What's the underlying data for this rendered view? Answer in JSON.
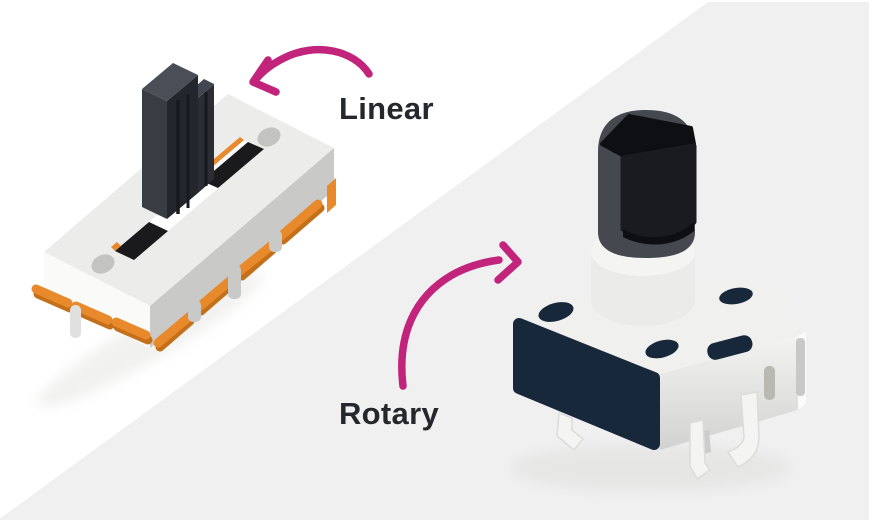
{
  "labels": {
    "linear": "Linear",
    "rotary": "Rotary"
  },
  "icons": {
    "linear_arrow": "curved-arrow-pointing-down-left",
    "rotary_arrow": "curved-arrow-pointing-right",
    "linear_illustration": "linear-slide-potentiometer",
    "rotary_illustration": "rotary-potentiometer"
  },
  "colors": {
    "magenta": "#C2247C",
    "ink": "#24272C",
    "bg_gray": "#F0F0F1",
    "navy": "#17283A",
    "orange": "#E8892B",
    "orange_dark": "#C4701A"
  }
}
